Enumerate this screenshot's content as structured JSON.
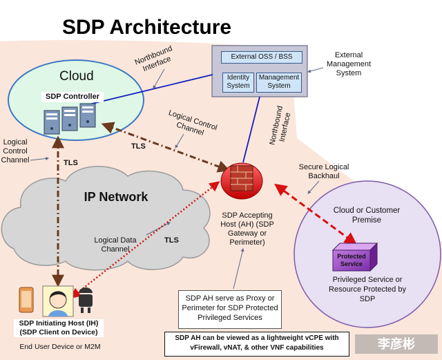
{
  "diagram": {
    "title": "SDP Architecture",
    "cloud": {
      "label": "Cloud",
      "controller_label": "SDP Controller"
    },
    "oss": {
      "label": "External OSS / BSS",
      "identity": "Identity System",
      "management": "Management System",
      "external_label": "External Management System"
    },
    "labels": {
      "northbound_interface_1": "Northbound Interface",
      "northbound_interface_2": "Northbound Interface",
      "logical_control_channel_1": "Logical Control Channel",
      "logical_control_channel_2": "Logical Control Channel",
      "tls_1": "TLS",
      "tls_2": "TLS",
      "tls_3": "TLS",
      "ip_network": "IP Network",
      "logical_data_channel": "Logical Data Channel",
      "secure_backhaul": "Secure Logical Backhaul",
      "ah": "SDP Accepting Host (AH) (SDP Gateway or Perimeter)",
      "customer_premise": "Cloud or Customer Premise",
      "protected_service": "Protected Service",
      "privileged_service": "Privileged Service or Resource Protected by SDP",
      "ih": "SDP Initiating Host (IH) (SDP Client on Device)",
      "end_user": "End User Device or M2M"
    },
    "note": "SDP AH serve as Proxy or Perimeter for SDP Protected Privileged Services",
    "bottom_note": "SDP AH can be viewed as a lightweight vCPE with vFirewall, vNAT, & other VNF capabilities",
    "watermark": "李彦彬"
  },
  "colors": {
    "background_band": "#f9ddd0",
    "cloud_fill": "#dff7e6",
    "cloud_stroke": "#3b78c4",
    "ip_cloud_fill": "#d6d6d6",
    "oss_fill": "#c7c7d8",
    "premise_fill": "#e8e0f3",
    "control_arrow": "#6b3a1e",
    "data_arrow": "#d81010",
    "northbound_line": "#1020c0"
  }
}
